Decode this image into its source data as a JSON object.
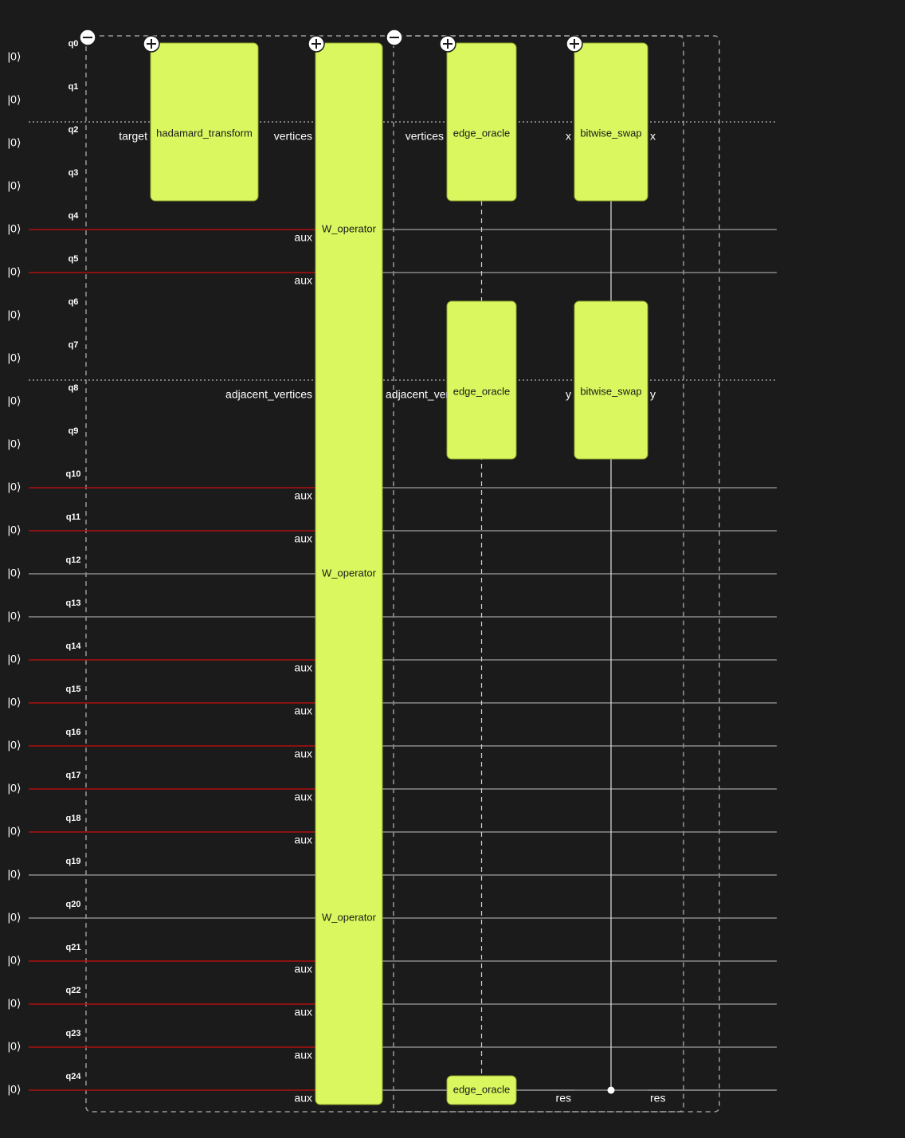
{
  "colors": {
    "background": "#1b1b1b",
    "wire_plain": "#8a8a8a",
    "wire_aux": "#b01010",
    "gate_fill": "#dbf75f",
    "gate_stroke": "#8fa72e",
    "group_border": "#9a9a9a",
    "text": "#ffffff",
    "gate_text": "#1a1a1a"
  },
  "ket_label": "|0⟩",
  "qubits": [
    {
      "name": "q0",
      "aux": false
    },
    {
      "name": "q1",
      "aux": false
    },
    {
      "name": "q2",
      "aux": false
    },
    {
      "name": "q3",
      "aux": false
    },
    {
      "name": "q4",
      "aux": true
    },
    {
      "name": "q5",
      "aux": true
    },
    {
      "name": "q6",
      "aux": false
    },
    {
      "name": "q7",
      "aux": false
    },
    {
      "name": "q8",
      "aux": false
    },
    {
      "name": "q9",
      "aux": false
    },
    {
      "name": "q10",
      "aux": true
    },
    {
      "name": "q11",
      "aux": true
    },
    {
      "name": "q12",
      "aux": false
    },
    {
      "name": "q13",
      "aux": false
    },
    {
      "name": "q14",
      "aux": true
    },
    {
      "name": "q15",
      "aux": true
    },
    {
      "name": "q16",
      "aux": true
    },
    {
      "name": "q17",
      "aux": true
    },
    {
      "name": "q18",
      "aux": true
    },
    {
      "name": "q19",
      "aux": false
    },
    {
      "name": "q20",
      "aux": false
    },
    {
      "name": "q21",
      "aux": true
    },
    {
      "name": "q22",
      "aux": true
    },
    {
      "name": "q23",
      "aux": true
    },
    {
      "name": "q24",
      "aux": true
    }
  ],
  "register_dividers_after_qubit": [
    1,
    7
  ],
  "gates": {
    "hadamard_transform": {
      "label": "hadamard_transform",
      "input_label": "target",
      "qubits": [
        0,
        3
      ],
      "expand_icon": "plus-icon"
    },
    "w_operator": {
      "label": "W_operator",
      "qubits": [
        0,
        24
      ],
      "expand_icon": "plus-icon",
      "label_rows": [
        4,
        12,
        20
      ],
      "input_labels": [
        {
          "qubit": 2,
          "text": "vertices"
        },
        {
          "qubit": 8,
          "text": "adjacent_vertices"
        }
      ],
      "aux_label": "aux"
    },
    "edge_oracle": {
      "label": "edge_oracle",
      "expand_icon": "plus-icon",
      "input_labels": [
        {
          "qubit": 2,
          "text": "vertices"
        },
        {
          "qubit": 8,
          "text": "adjacent_vertices"
        }
      ],
      "boxes": [
        [
          0,
          3
        ],
        [
          6,
          9
        ],
        [
          24,
          24
        ]
      ]
    },
    "bitwise_swap": {
      "label": "bitwise_swap",
      "expand_icon": "plus-icon",
      "boxes": [
        [
          0,
          3
        ],
        [
          6,
          9
        ]
      ],
      "io_labels": [
        {
          "qubit": 2,
          "text": "x"
        },
        {
          "qubit": 8,
          "text": "y"
        }
      ],
      "control_qubit": 24,
      "control_labels": [
        "res",
        "res"
      ]
    }
  },
  "groups": [
    {
      "name": "outer-group",
      "collapse_icon": "minus-icon"
    },
    {
      "name": "inner-group",
      "collapse_icon": "minus-icon"
    }
  ]
}
